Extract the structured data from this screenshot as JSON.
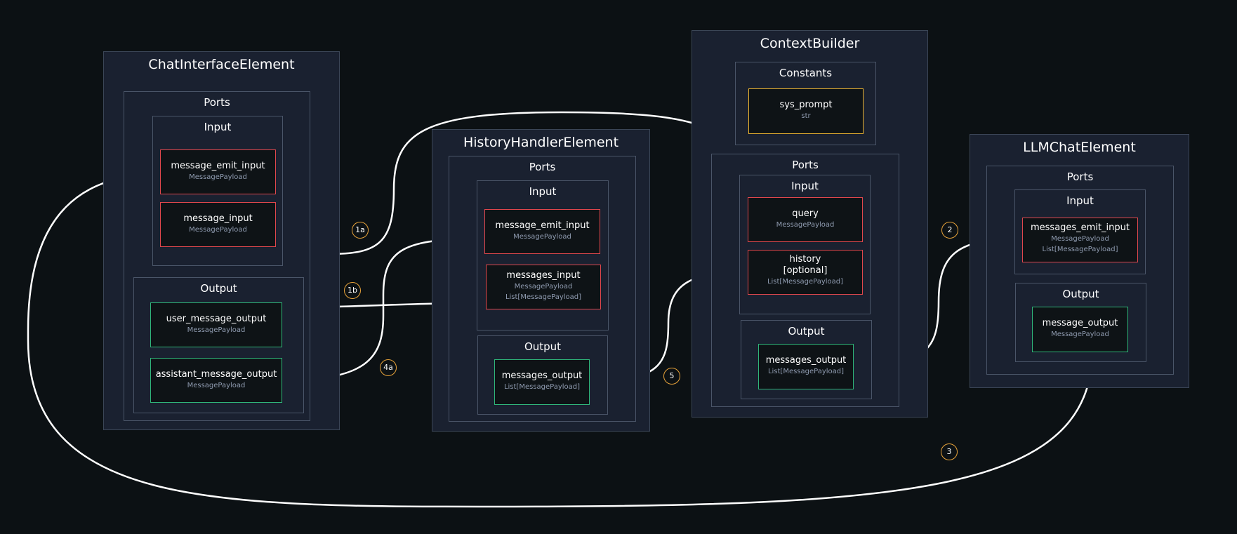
{
  "elements": {
    "chat": {
      "title": "ChatInterfaceElement",
      "ports_title": "Ports",
      "input_title": "Input",
      "output_title": "Output",
      "inputs": [
        {
          "name": "message_emit_input",
          "type": "MessagePayload"
        },
        {
          "name": "message_input",
          "type": "MessagePayload"
        }
      ],
      "outputs": [
        {
          "name": "user_message_output",
          "type": "MessagePayload"
        },
        {
          "name": "assistant_message_output",
          "type": "MessagePayload"
        }
      ]
    },
    "history": {
      "title": "HistoryHandlerElement",
      "ports_title": "Ports",
      "input_title": "Input",
      "output_title": "Output",
      "inputs": [
        {
          "name": "message_emit_input",
          "type": "MessagePayload"
        },
        {
          "name": "messages_input",
          "type": "MessagePayload",
          "type2": "List[MessagePayload]"
        }
      ],
      "outputs": [
        {
          "name": "messages_output",
          "type": "List[MessagePayload]"
        }
      ]
    },
    "context": {
      "title": "ContextBuilder",
      "constants_title": "Constants",
      "constants": [
        {
          "name": "sys_prompt",
          "type": "str"
        }
      ],
      "ports_title": "Ports",
      "input_title": "Input",
      "output_title": "Output",
      "inputs": [
        {
          "name": "query",
          "type": "MessagePayload"
        },
        {
          "name": "history",
          "name2": "[optional]",
          "type": "List[MessagePayload]"
        }
      ],
      "outputs": [
        {
          "name": "messages_output",
          "type": "List[MessagePayload]"
        }
      ]
    },
    "llm": {
      "title": "LLMChatElement",
      "ports_title": "Ports",
      "input_title": "Input",
      "output_title": "Output",
      "inputs": [
        {
          "name": "messages_emit_input",
          "type": "MessagePayload",
          "type2": "List[MessagePayload]"
        }
      ],
      "outputs": [
        {
          "name": "message_output",
          "type": "MessagePayload"
        }
      ]
    }
  },
  "edges": [
    {
      "label": "1a",
      "from": "ChatInterfaceElement.user_message_output",
      "to": "ContextBuilder.query"
    },
    {
      "label": "1b",
      "from": "ChatInterfaceElement.user_message_output",
      "to": "HistoryHandlerElement.messages_input"
    },
    {
      "label": "2",
      "from": "ContextBuilder.messages_output",
      "to": "LLMChatElement.messages_emit_input"
    },
    {
      "label": "3",
      "from": "LLMChatElement.message_output",
      "to": "ChatInterfaceElement.message_emit_input"
    },
    {
      "label": "4a",
      "from": "ChatInterfaceElement.assistant_message_output",
      "to": "HistoryHandlerElement.message_emit_input"
    },
    {
      "label": "5",
      "from": "HistoryHandlerElement.messages_output",
      "to": "ContextBuilder.history"
    }
  ],
  "colors": {
    "background": "#0c1114",
    "element_fill": "#1a2130",
    "input_border": "#e0474d",
    "output_border": "#2fb67a",
    "constant_border": "#e8b130",
    "badge_border": "#e8a33a",
    "edge": "#ffffff"
  }
}
